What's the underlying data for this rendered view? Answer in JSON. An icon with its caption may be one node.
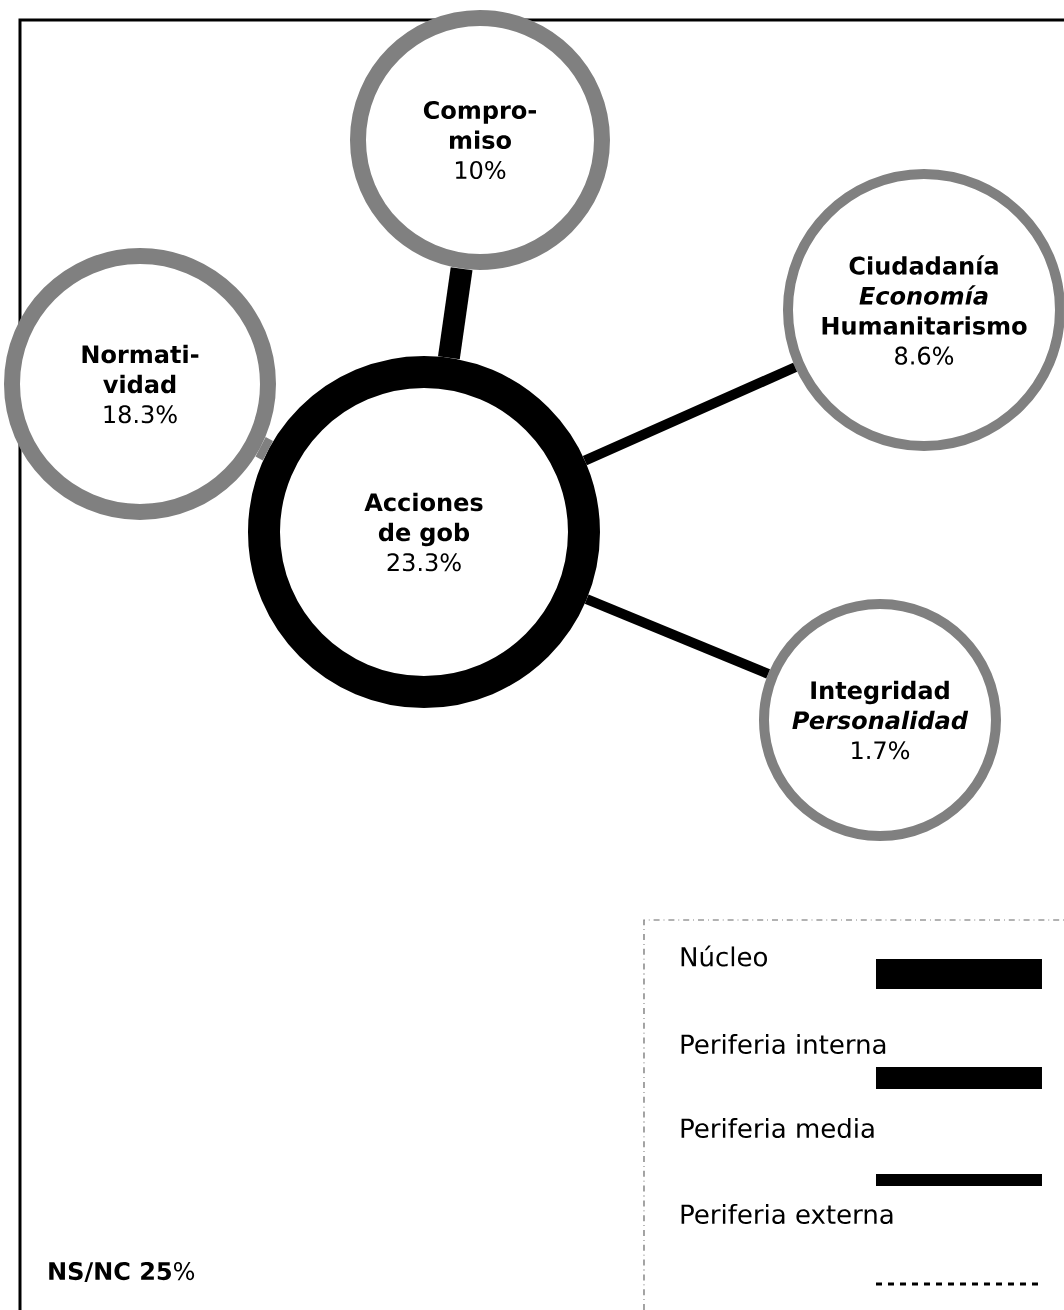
{
  "diagram": {
    "nodes": [
      {
        "text": [
          "Acciones de gob",
          "23.3%"
        ]
      },
      {
        "text": [
          "Compro- miso",
          "10%"
        ]
      },
      {
        "text": [
          "Normati- vidad",
          "18.3%"
        ]
      },
      {
        "text": [
          "Ciudadanía *Economía* Humanitarismo",
          "8.6%"
        ]
      },
      {
        "text": [
          "Integridad *Personalidad*",
          "1.7%"
        ]
      }
    ],
    "edges": [
      {
        "from": 0,
        "to": 1,
        "arrow": "none",
        "style": "thick"
      },
      {
        "from": 0,
        "to": 2,
        "arrow": "none",
        "style": "thick",
        "color": "#808080"
      },
      {
        "from": 0,
        "to": 3,
        "arrow": "none"
      },
      {
        "from": 0,
        "to": 4,
        "arrow": "none"
      }
    ],
    "labels": [
      "**NS/NC 25**%"
    ],
    "legend": [
      {
        "text": "Núcleo"
      },
      {
        "text": "Periferia interna"
      },
      {
        "text": "Periferia media"
      },
      {
        "text": "Periferia externa"
      }
    ]
  }
}
